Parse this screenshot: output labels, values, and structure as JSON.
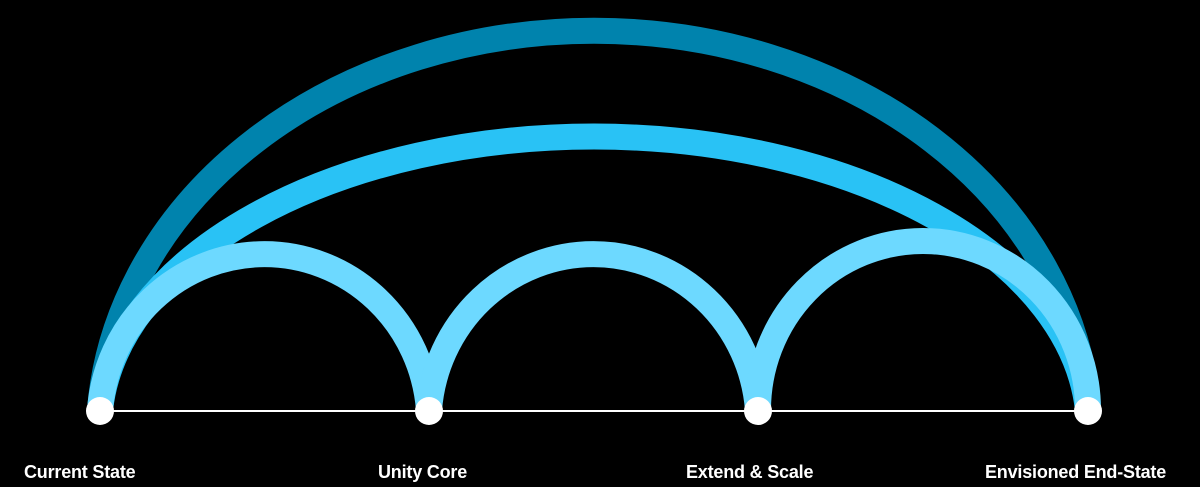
{
  "stages": [
    {
      "label": "Current State"
    },
    {
      "label": "Unity Core"
    },
    {
      "label": "Extend & Scale"
    },
    {
      "label": "Envisioned End-State"
    }
  ],
  "arcs": [
    {
      "from": 0,
      "to": 3,
      "tier": "outer",
      "color": "#0083AD"
    },
    {
      "from": 0,
      "to": 3,
      "tier": "middle",
      "color": "#29C2F5"
    },
    {
      "from": 0,
      "to": 1,
      "tier": "inner",
      "color": "#6DD9FF"
    },
    {
      "from": 1,
      "to": 2,
      "tier": "inner",
      "color": "#6DD9FF"
    },
    {
      "from": 2,
      "to": 3,
      "tier": "inner",
      "color": "#6DD9FF"
    }
  ],
  "colors": {
    "background": "#000000",
    "baseline": "#FFFFFF",
    "node": "#FFFFFF",
    "label": "#FFFFFF"
  }
}
